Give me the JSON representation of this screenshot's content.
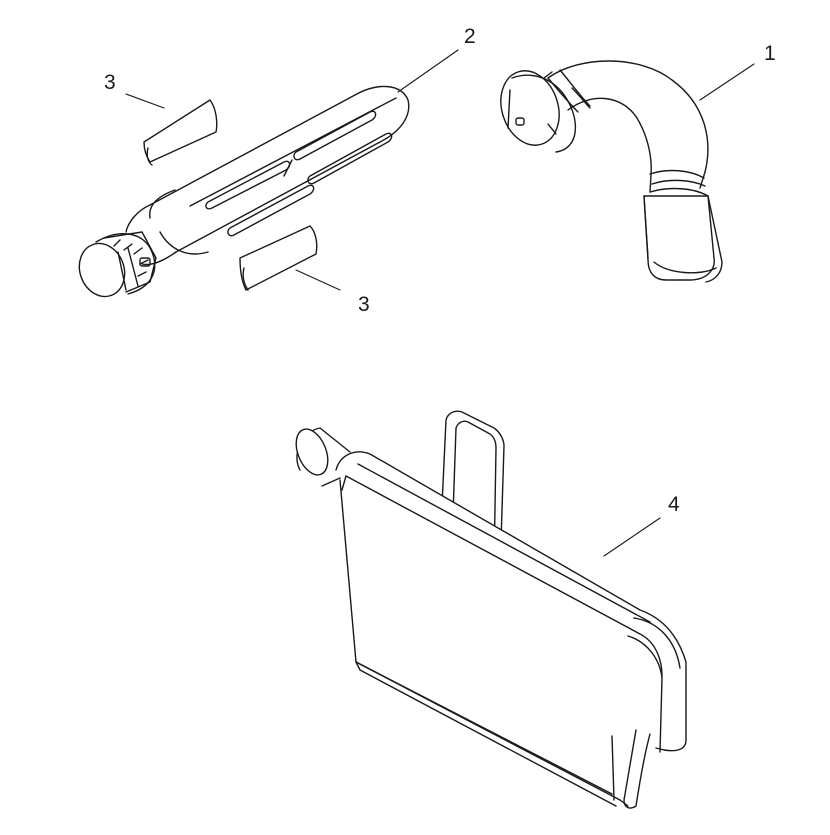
{
  "callouts": {
    "part_1": "1",
    "part_2": "2",
    "part_3_top": "3",
    "part_3_bottom": "3",
    "part_4": "4"
  },
  "colors": {
    "line": "#1a1a1a",
    "fill": "#ffffff",
    "shade": "#f3f3f3"
  }
}
